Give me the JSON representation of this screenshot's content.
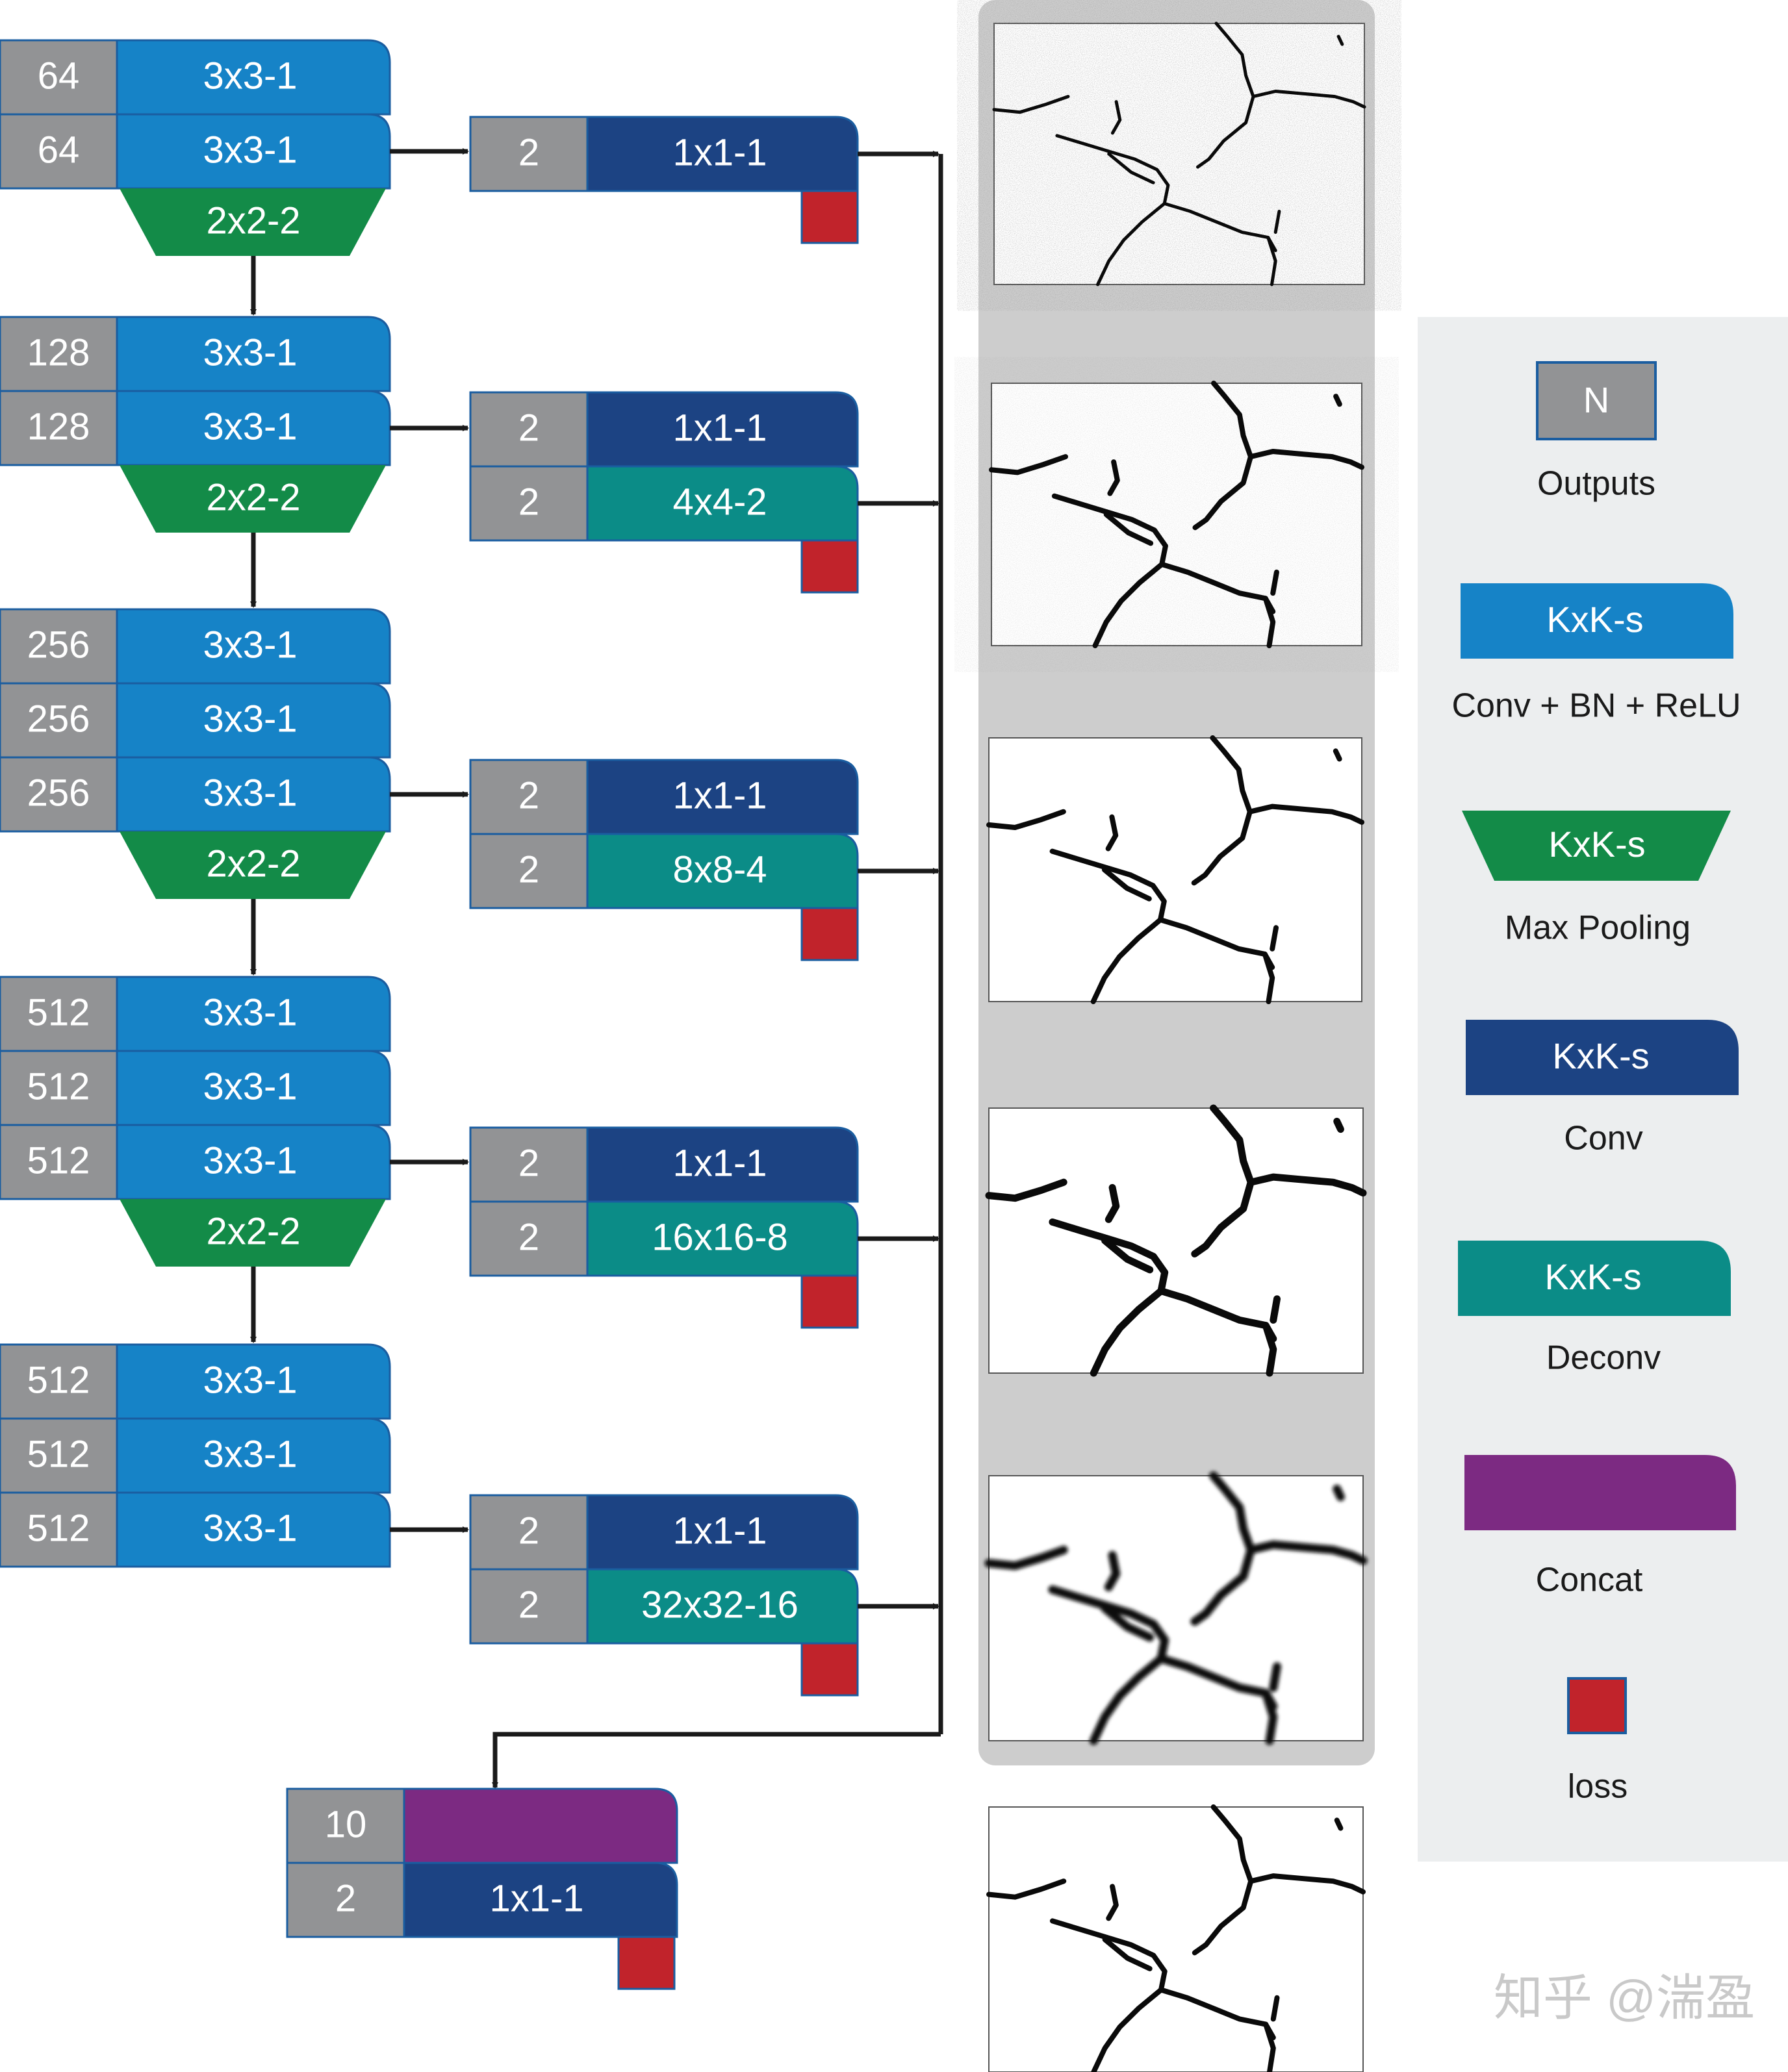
{
  "colors": {
    "gray": "#929395",
    "conv_bn_relu": "#1683c7",
    "max_pooling": "#138b48",
    "conv": "#1c4383",
    "deconv": "#0b8c87",
    "concat": "#7c2a82",
    "loss": "#c1232b",
    "panel_bg": "#cdcdcd",
    "legend_bg": "#eceeef",
    "arrow": "#1a1a1a"
  },
  "stages": [
    {
      "rows": [
        {
          "n": "64",
          "label": "3x3-1"
        },
        {
          "n": "64",
          "label": "3x3-1"
        }
      ],
      "pool": "2x2-2"
    },
    {
      "rows": [
        {
          "n": "128",
          "label": "3x3-1"
        },
        {
          "n": "128",
          "label": "3x3-1"
        }
      ],
      "pool": "2x2-2"
    },
    {
      "rows": [
        {
          "n": "256",
          "label": "3x3-1"
        },
        {
          "n": "256",
          "label": "3x3-1"
        },
        {
          "n": "256",
          "label": "3x3-1"
        }
      ],
      "pool": "2x2-2"
    },
    {
      "rows": [
        {
          "n": "512",
          "label": "3x3-1"
        },
        {
          "n": "512",
          "label": "3x3-1"
        },
        {
          "n": "512",
          "label": "3x3-1"
        }
      ],
      "pool": "2x2-2"
    },
    {
      "rows": [
        {
          "n": "512",
          "label": "3x3-1"
        },
        {
          "n": "512",
          "label": "3x3-1"
        },
        {
          "n": "512",
          "label": "3x3-1"
        }
      ],
      "pool": null
    }
  ],
  "side_branches": [
    {
      "rows": [
        {
          "n": "2",
          "label": "1x1-1",
          "kind": "conv"
        }
      ]
    },
    {
      "rows": [
        {
          "n": "2",
          "label": "1x1-1",
          "kind": "conv"
        },
        {
          "n": "2",
          "label": "4x4-2",
          "kind": "deconv"
        }
      ]
    },
    {
      "rows": [
        {
          "n": "2",
          "label": "1x1-1",
          "kind": "conv"
        },
        {
          "n": "2",
          "label": "8x8-4",
          "kind": "deconv"
        }
      ]
    },
    {
      "rows": [
        {
          "n": "2",
          "label": "1x1-1",
          "kind": "conv"
        },
        {
          "n": "2",
          "label": "16x16-8",
          "kind": "deconv"
        }
      ]
    },
    {
      "rows": [
        {
          "n": "2",
          "label": "1x1-1",
          "kind": "conv"
        },
        {
          "n": "2",
          "label": "32x32-16",
          "kind": "deconv"
        }
      ]
    }
  ],
  "fusion": {
    "rows": [
      {
        "n": "10",
        "label": "",
        "kind": "concat"
      },
      {
        "n": "2",
        "label": "1x1-1",
        "kind": "conv"
      }
    ]
  },
  "legend": {
    "outputs": {
      "symbol": "N",
      "caption": "Outputs"
    },
    "conv_bn_relu": {
      "symbol": "KxK-s",
      "caption": "Conv + BN +  ReLU"
    },
    "max_pooling": {
      "symbol": "KxK-s",
      "caption": "Max Pooling"
    },
    "conv": {
      "symbol": "KxK-s",
      "caption": "Conv"
    },
    "deconv": {
      "symbol": "KxK-s",
      "caption": "Deconv"
    },
    "concat": {
      "symbol": "",
      "caption": "Concat"
    },
    "loss": {
      "symbol": "",
      "caption": "loss"
    }
  },
  "watermark": "知乎 @湍盈",
  "crack_maps": [
    {
      "style": "noisy",
      "stroke": "thin"
    },
    {
      "style": "light",
      "stroke": "medium"
    },
    {
      "style": "clean",
      "stroke": "medium"
    },
    {
      "style": "clean",
      "stroke": "bold"
    },
    {
      "style": "clean",
      "stroke": "blurry"
    },
    {
      "style": "clean",
      "stroke": "final"
    }
  ]
}
